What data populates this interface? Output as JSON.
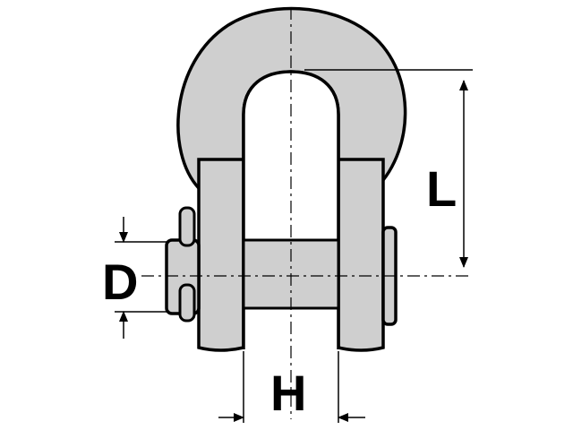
{
  "labels": {
    "length": "L",
    "diameter": "D",
    "width": "H"
  },
  "colors": {
    "body_fill": "#cfcfcf",
    "stroke": "#000000",
    "background": "#ffffff"
  }
}
